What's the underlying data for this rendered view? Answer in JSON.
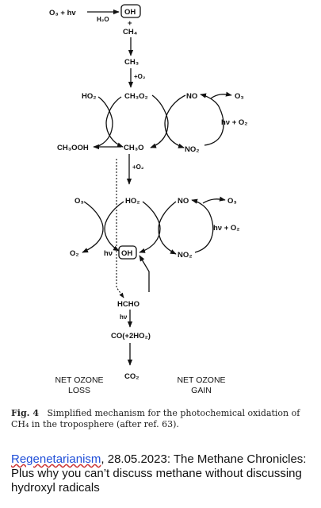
{
  "diagram": {
    "top": {
      "o3_hv": "O₃ + hv",
      "h2o": "H₂O",
      "oh": "OH",
      "plus": "+",
      "ch4": "CH₄",
      "ch3": "CH₃",
      "plus_o2": "+O₂"
    },
    "cycle1": {
      "ho2": "HO₂",
      "ch3o2": "CH₃O₂",
      "no": "NO",
      "o3": "O₃",
      "hv_o2": "hν + O₂",
      "ch3ooh": "CH₃OOH",
      "ch3o": "CH₃O",
      "no2": "NO₂"
    },
    "mid": {
      "plus_o2": "+O₂"
    },
    "cycle2": {
      "o3": "O₃",
      "ho2": "HO₂",
      "no": "NO",
      "o3_right": "O₃",
      "hv_o2": "hν + O₂",
      "o2": "O₂",
      "hv": "hν",
      "oh": "OH",
      "no2": "NO₂"
    },
    "bottom": {
      "hcho": "HCHO",
      "hv": "hν",
      "co": "CO(+2HO₂)",
      "co2": "CO₂"
    },
    "net_loss": [
      "NET OZONE",
      "LOSS"
    ],
    "net_gain": [
      "NET OZONE",
      "GAIN"
    ]
  },
  "caption": {
    "fig": "Fig. 4",
    "text": "Simplified mechanism for the photochemical oxidation of CH₄ in the troposphere (after ref. 63)."
  },
  "note": {
    "link": "Regenetarianism",
    "text": ", 28.05.2023: The Methane Chronicles: Plus why you can’t discuss methane without discussing hydroxyl radicals"
  }
}
